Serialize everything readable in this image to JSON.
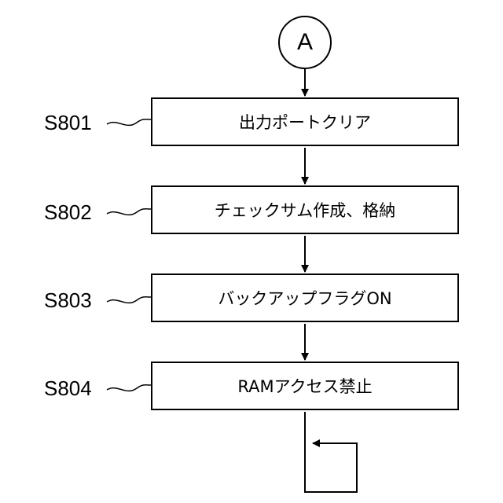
{
  "connector": {
    "label": "A"
  },
  "steps": [
    {
      "id": "S801",
      "text": "出力ポートクリア"
    },
    {
      "id": "S802",
      "text": "チェックサム作成、格納"
    },
    {
      "id": "S803",
      "text": "バックアップフラグON"
    },
    {
      "id": "S804",
      "text": "RAMアクセス禁止"
    }
  ]
}
